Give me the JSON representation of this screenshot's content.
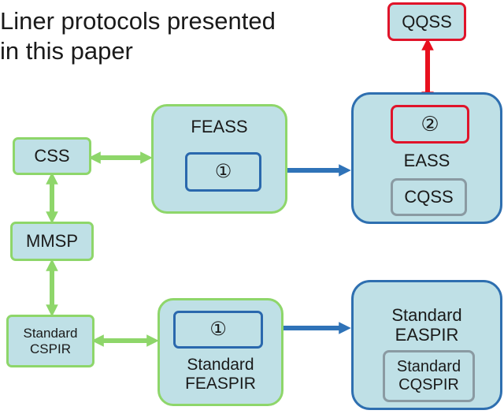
{
  "heading": {
    "line1": "Liner protocols presented",
    "line2": "in this paper"
  },
  "nodes": {
    "qqss": "QQSS",
    "css": "CSS",
    "mmsp": "MMSP",
    "standard_cspir": {
      "line1": "Standard",
      "line2": "CSPIR"
    },
    "feass": {
      "title": "FEASS",
      "marker": "①"
    },
    "eass": {
      "title": "EASS",
      "marker": "②",
      "inner": "CQSS"
    },
    "standard_feaspir": {
      "marker": "①",
      "line1": "Standard",
      "line2": "FEASPIR"
    },
    "standard_easpir": {
      "line1": "Standard",
      "line2": "EASPIR",
      "inner_line1": "Standard",
      "inner_line2": "CQSPIR"
    }
  },
  "colors": {
    "box_fill": "#bfe0e6",
    "green_border": "#8ed66a",
    "blue_border": "#2e6fb0",
    "red_border": "#e0142a",
    "gray_border": "#8a9aa2",
    "green_arrow": "#8ed66a",
    "blue_arrow": "#2f73b8",
    "red_arrow": "#e8101e"
  }
}
